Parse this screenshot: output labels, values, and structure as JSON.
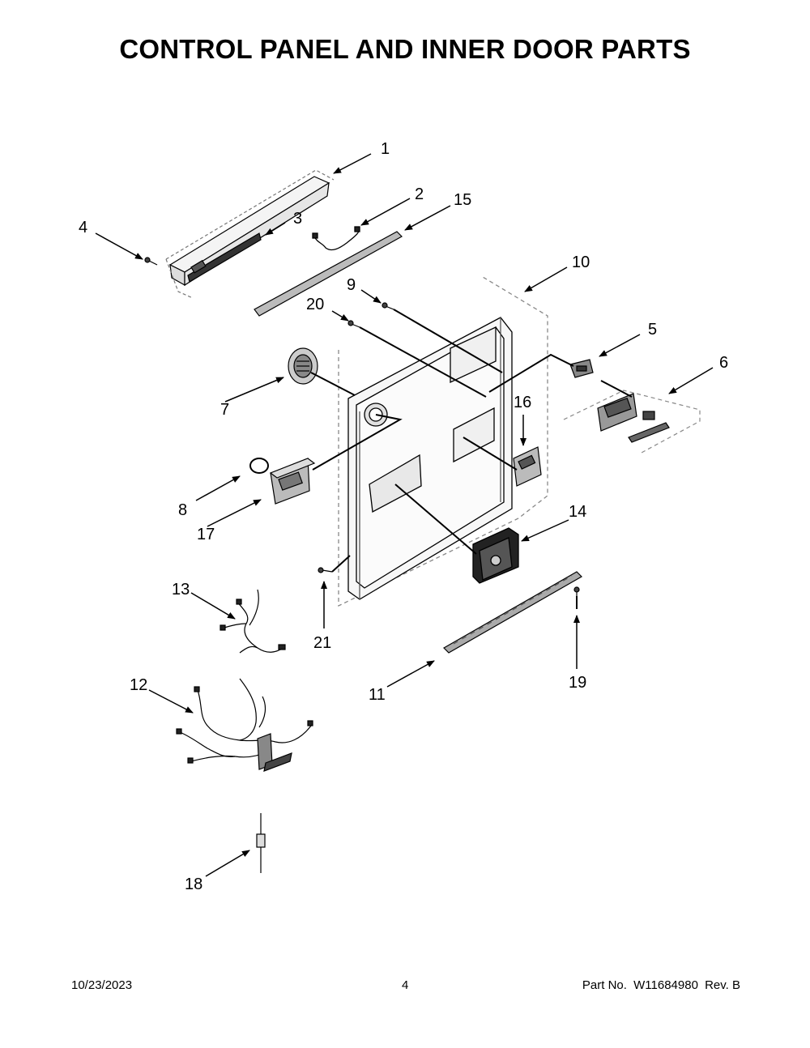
{
  "title": "CONTROL PANEL AND INNER DOOR PARTS",
  "callouts": {
    "c1": "1",
    "c2": "2",
    "c3": "3",
    "c4": "4",
    "c5": "5",
    "c6": "6",
    "c7": "7",
    "c8": "8",
    "c9": "9",
    "c10": "10",
    "c11": "11",
    "c12": "12",
    "c13": "13",
    "c14": "14",
    "c15": "15",
    "c16": "16",
    "c17": "17",
    "c18": "18",
    "c19": "19",
    "c20": "20",
    "c21": "21"
  },
  "footer": {
    "date": "10/23/2023",
    "page": "4",
    "part_label": "Part No.",
    "part_number": "W11684980",
    "rev": "Rev.  B"
  }
}
